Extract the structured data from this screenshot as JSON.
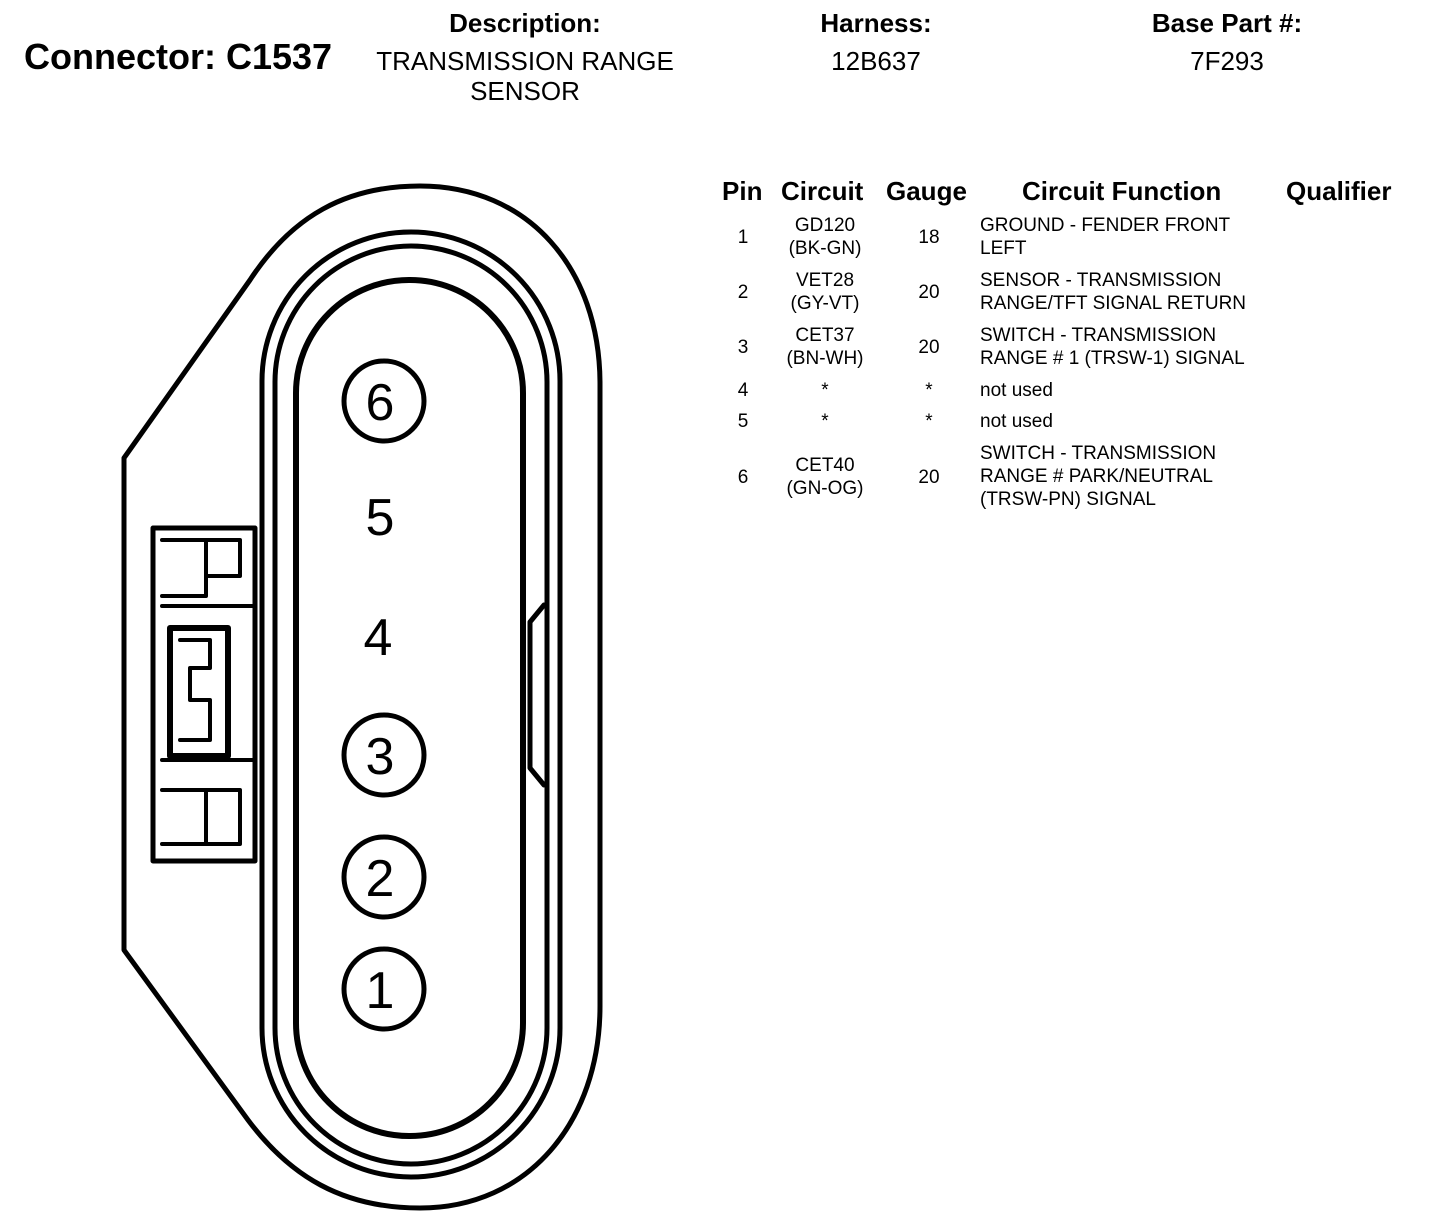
{
  "header": {
    "connector_title": "Connector: C1537",
    "description_label": "Description:",
    "description_line1": "TRANSMISSION RANGE",
    "description_line2": "SENSOR",
    "harness_label": "Harness:",
    "harness_value": "12B637",
    "base_part_label": "Base Part #:",
    "base_part_value": "7F293"
  },
  "diagram": {
    "pin_labels": [
      "6",
      "5",
      "4",
      "3",
      "2",
      "1"
    ],
    "circled_pins": [
      "6",
      "3",
      "2",
      "1"
    ]
  },
  "table": {
    "headers": {
      "pin": "Pin",
      "circuit": "Circuit",
      "gauge": "Gauge",
      "function": "Circuit Function",
      "qualifier": "Qualifier"
    },
    "rows": [
      {
        "pin": "1",
        "circuit": "GD120",
        "color": "(BK-GN)",
        "gauge": "18",
        "function": "GROUND - FENDER FRONT\nLEFT",
        "qualifier": ""
      },
      {
        "pin": "2",
        "circuit": "VET28",
        "color": "(GY-VT)",
        "gauge": "20",
        "function": "SENSOR - TRANSMISSION\nRANGE/TFT SIGNAL RETURN",
        "qualifier": ""
      },
      {
        "pin": "3",
        "circuit": "CET37",
        "color": "(BN-WH)",
        "gauge": "20",
        "function": "SWITCH - TRANSMISSION\nRANGE # 1 (TRSW-1) SIGNAL",
        "qualifier": ""
      },
      {
        "pin": "4",
        "circuit": "*",
        "color": "",
        "gauge": "*",
        "function": "not used",
        "qualifier": ""
      },
      {
        "pin": "5",
        "circuit": "*",
        "color": "",
        "gauge": "*",
        "function": "not used",
        "qualifier": ""
      },
      {
        "pin": "6",
        "circuit": "CET40",
        "color": "(GN-OG)",
        "gauge": "20",
        "function": "SWITCH - TRANSMISSION\nRANGE # PARK/NEUTRAL\n(TRSW-PN) SIGNAL",
        "qualifier": ""
      }
    ]
  }
}
